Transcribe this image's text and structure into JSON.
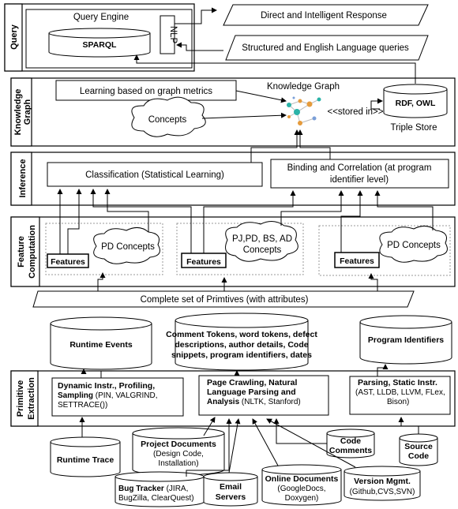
{
  "layers": {
    "query": "Query",
    "knowledge_graph": [
      "Knowledge",
      "Graph"
    ],
    "inference": "Inference",
    "feature_computation": [
      "Feature",
      "Computation"
    ],
    "primitive_extraction": [
      "Primitive",
      "Extraction"
    ]
  },
  "query": {
    "engine": "Query Engine",
    "sparql": "SPARQL",
    "nlp": "NLP",
    "direct_response": "Direct and Intelligent Response",
    "structured_queries": "Structured and English Language  queries"
  },
  "kg": {
    "title": "Knowledge Graph",
    "learning": "Learning based on graph metrics",
    "concepts": "Concepts",
    "stored_in": "<<stored in>>",
    "rdf_owl": "RDF, OWL",
    "triple_store": "Triple Store"
  },
  "inference": {
    "classification": "Classification (Statistical Learning)",
    "binding": [
      "Binding and Correlation (at program",
      "identifier level)"
    ]
  },
  "features": {
    "pd_concepts": "PD Concepts",
    "features_label": "Features",
    "mixed_concepts": [
      "PJ,PD, BS, AD",
      "Concepts"
    ]
  },
  "primitives": "Complete set of Primtives (with attributes)",
  "stores": {
    "runtime_events": "Runtime Events",
    "tokens": [
      "Comment Tokens, word tokens, defect",
      "descriptions, author details, Code",
      "snippets, program identifiers,  dates"
    ],
    "program_identifiers": "Program Identifiers"
  },
  "extraction": {
    "dynamic": {
      "bold": [
        "Dynamic Instr., Profiling,",
        "Sampling"
      ],
      "normal": [
        "(PIN, VALGRIND,",
        "SETTRACE())"
      ]
    },
    "crawling": {
      "bold": [
        "Page Crawling, Natural",
        "Language Parsing and",
        "Analysis"
      ],
      "normal": "(NLTK, Stanford)"
    },
    "parsing": {
      "bold": "Parsing, Static Instr.",
      "normal": [
        "(AST, LLDB, LLVM, FLex,",
        "Bison)"
      ]
    }
  },
  "sources": {
    "runtime_trace": "Runtime  Trace",
    "project_docs": {
      "bold": "Project Documents",
      "normal": [
        "(Design Code,",
        "Installation)"
      ]
    },
    "code_comments": [
      "Code",
      "Comments"
    ],
    "source_code": [
      "Source",
      "Code"
    ],
    "bug_tracker": {
      "bold": "Bug Tracker",
      "normal": [
        "(JIRA,",
        "BugZilla, ClearQuest)"
      ]
    },
    "email_servers": [
      "Email",
      "Servers"
    ],
    "online_docs": {
      "bold": "Online Documents",
      "normal": [
        "(GoogleDocs,",
        "Doxygen)"
      ]
    },
    "version_mgmt": {
      "bold": "Version Mgmt.",
      "normal": "(Github,CVS,SVN)"
    }
  },
  "icons": [
    "graph-network-icon"
  ]
}
